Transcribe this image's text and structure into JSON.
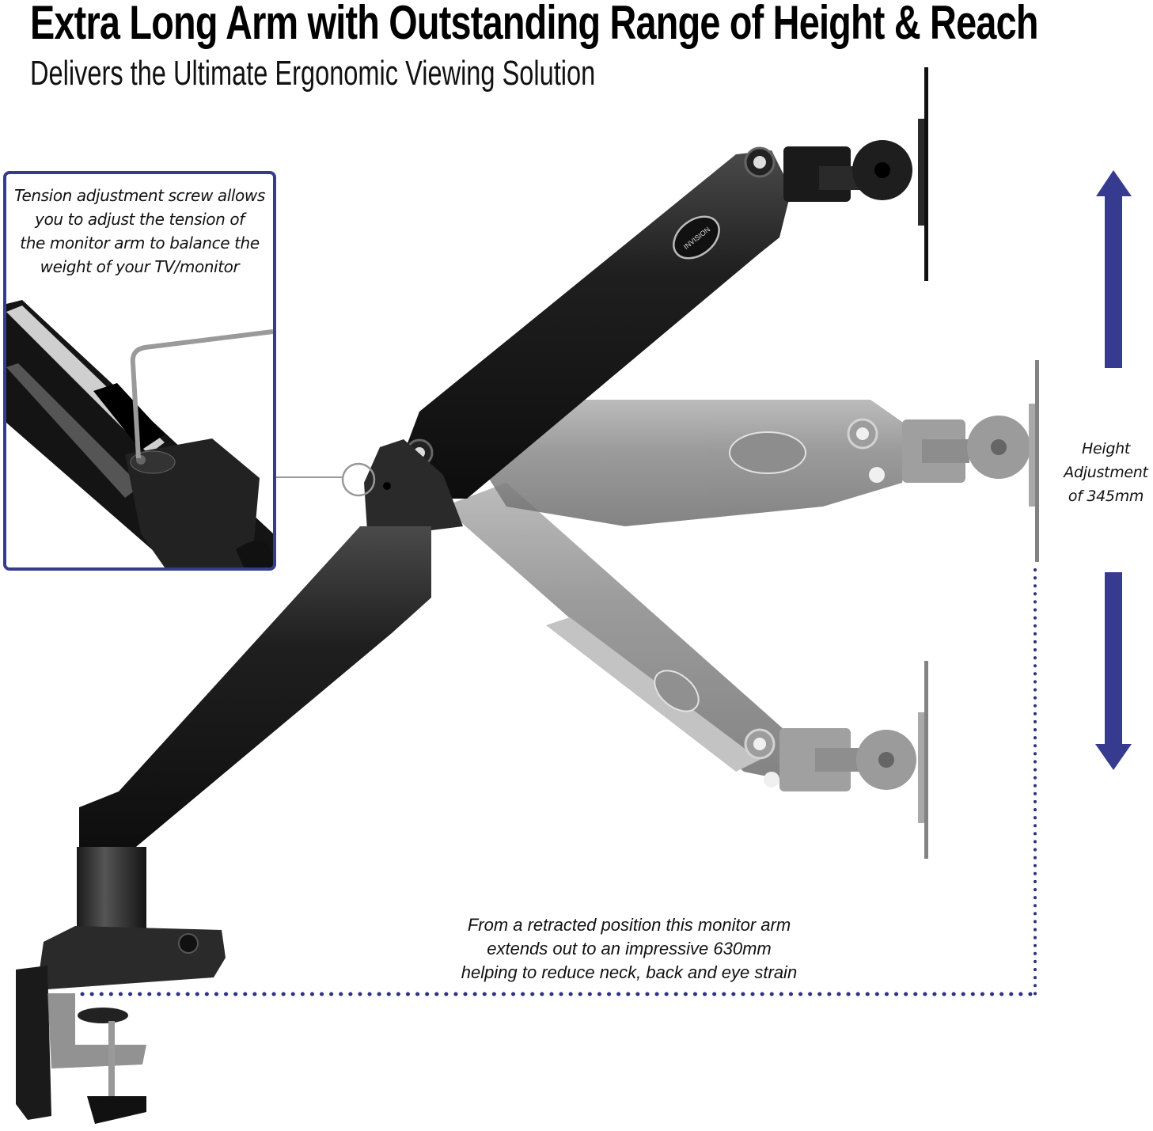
{
  "header": {
    "title": "Extra Long Arm with Outstanding Range of Height & Reach",
    "subtitle": "Delivers the Ultimate Ergonomic Viewing Solution"
  },
  "callout": {
    "lines": [
      "Tension adjustment screw allows",
      "you to adjust the tension of",
      "the monitor arm to balance the",
      "weight of your TV/monitor"
    ],
    "border_color": "#363b8f"
  },
  "height_annotation": {
    "lines": [
      "Height",
      "Adjustment",
      "of 345mm"
    ],
    "value_mm": 345,
    "arrow_color": "#363b8f"
  },
  "reach_annotation": {
    "lines": [
      "From a retracted position this monitor arm",
      "extends out to an impressive 630mm",
      "helping to reduce neck, back and eye strain"
    ],
    "value_mm": 630,
    "dot_color": "#2e3184"
  },
  "product": {
    "brand_badge": "INVISION",
    "positions": [
      "raised",
      "middle",
      "lowered"
    ]
  }
}
